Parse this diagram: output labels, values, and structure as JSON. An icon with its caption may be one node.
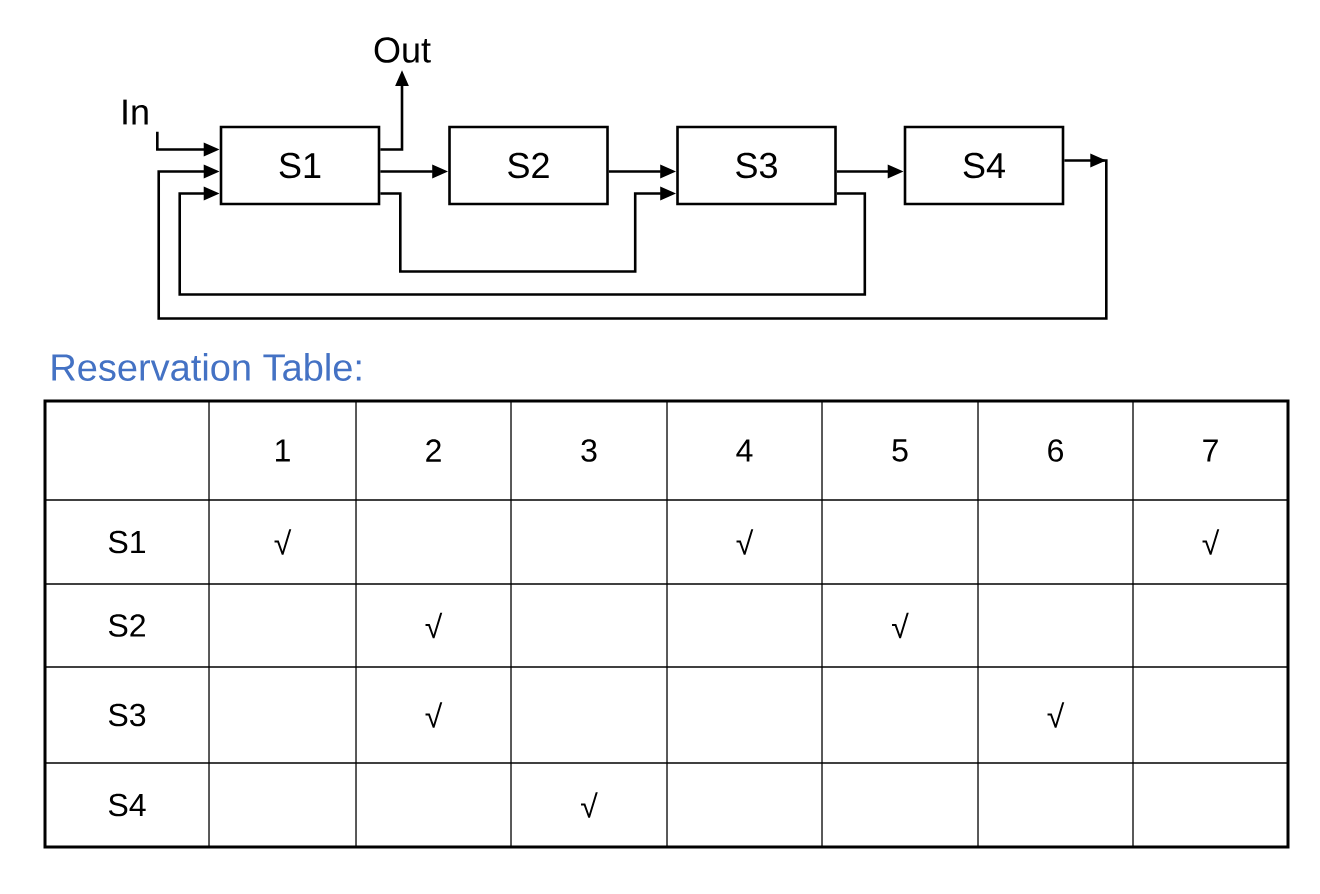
{
  "diagram": {
    "nodes": [
      {
        "text": [
          "Out"
        ]
      },
      {
        "text": [
          "In"
        ]
      },
      {
        "text": [
          "S1"
        ]
      },
      {
        "text": [
          "S2"
        ]
      },
      {
        "text": [
          "S3"
        ]
      },
      {
        "text": [
          "S4"
        ]
      }
    ],
    "edges": [
      {
        "from": 1,
        "to": 2,
        "arrow": "to"
      },
      {
        "from": 2,
        "to": 0,
        "arrow": "to"
      },
      {
        "from": 2,
        "to": 3,
        "arrow": "to"
      },
      {
        "from": 3,
        "to": 4,
        "arrow": "to"
      },
      {
        "from": 4,
        "to": 5,
        "arrow": "to"
      },
      {
        "from": 2,
        "to": 4,
        "arrow": "to"
      },
      {
        "from": 4,
        "to": 2,
        "arrow": "to"
      },
      {
        "from": 5,
        "to": 2,
        "arrow": "to"
      }
    ],
    "labels": [
      "Reservation Table:",
      "1",
      "2",
      "3",
      "4",
      "5",
      "6",
      "7",
      "S1",
      "√",
      "√",
      "√",
      "S2",
      "√",
      "√",
      "S3",
      "√",
      "√",
      "S4",
      "√"
    ]
  }
}
